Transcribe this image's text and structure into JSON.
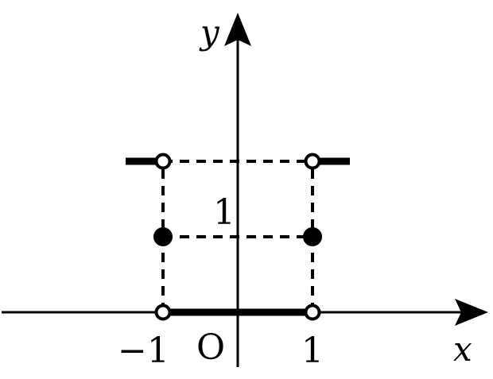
{
  "labels": {
    "x_axis": "x",
    "y_axis": "y",
    "origin": "O",
    "tick_neg_one": "−1",
    "tick_one_x": "1",
    "tick_one_y": "1"
  },
  "chart_data": {
    "type": "line",
    "title": "",
    "xlabel": "x",
    "ylabel": "y",
    "xticks": [
      "−1",
      "1"
    ],
    "yticks": [
      "1"
    ],
    "grid": false,
    "segments": [
      {
        "from": [
          -1.5,
          2
        ],
        "to": [
          -1,
          2
        ],
        "ends": [
          "none",
          "open"
        ]
      },
      {
        "from": [
          -1,
          0
        ],
        "to": [
          1,
          0
        ],
        "ends": [
          "open",
          "open"
        ]
      },
      {
        "from": [
          1,
          2
        ],
        "to": [
          1.5,
          2
        ],
        "ends": [
          "open",
          "none"
        ]
      }
    ],
    "points": [
      {
        "x": -1,
        "y": 1,
        "filled": true
      },
      {
        "x": 1,
        "y": 1,
        "filled": true
      }
    ],
    "guides": [
      {
        "from": [
          -1,
          0
        ],
        "to": [
          -1,
          2
        ]
      },
      {
        "from": [
          1,
          0
        ],
        "to": [
          1,
          2
        ]
      },
      {
        "from": [
          -1,
          2
        ],
        "to": [
          1,
          2
        ]
      },
      {
        "from": [
          -1,
          1
        ],
        "to": [
          1,
          1
        ]
      }
    ]
  }
}
